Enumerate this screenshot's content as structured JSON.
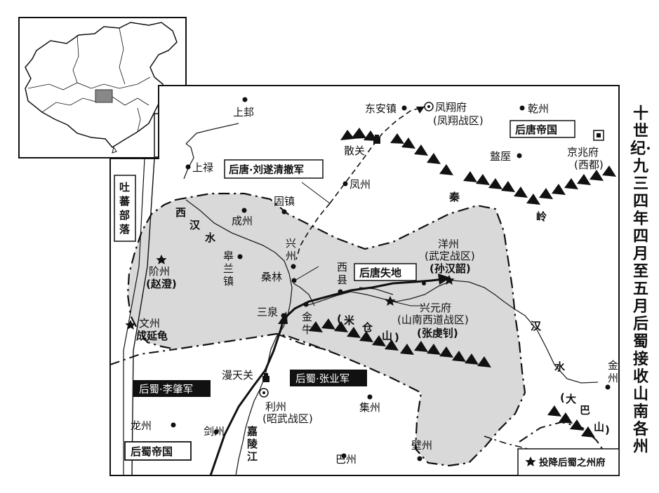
{
  "title": "十世纪·九三四年四月至五月 后蜀接收山南各州",
  "colors": {
    "occupied_fill": "#d9d9d9",
    "ink": "#111111",
    "inset_highlight": "#888888"
  },
  "boxes": {
    "hou_tang_empire": "后唐帝国",
    "hou_shu_empire": "后蜀帝国",
    "hou_tang_lost": "后唐失地",
    "tubo": "吐蕃部落",
    "liu_retreat": "后唐·刘遂清撤军",
    "zhang_ye_army": "后蜀·张业军",
    "li_zhao_army": "后蜀·李肇军"
  },
  "legend": {
    "icon": "star-icon",
    "label": "投降后蜀之州府"
  },
  "places": {
    "shangjin": "上邽",
    "dongan": "东安镇",
    "fengxiang": "凤翔府",
    "fengxiang_sub": "(凤翔战区)",
    "qianzhou": "乾州",
    "jingzhao": "京兆府",
    "jingzhao_sub": "(西都)",
    "sanguan": "散关",
    "zhouzhi": "盩厔",
    "shanglu": "上禄",
    "fengzhou": "凤州",
    "guzhen": "固镇",
    "chengzhou": "成州",
    "xingzhou": "兴州",
    "jiezhou": "阶州",
    "jiezhou_gov": "(赵澄)",
    "gaolan": "皋兰镇",
    "sanglin": "桑林",
    "xixian": "西县",
    "yangzhou": "洋州",
    "yangzhou_sub": "(武定战区)",
    "yangzhou_gov": "(孙汉韶)",
    "xingyuan": "兴元府",
    "xingyuan_sub": "(山南西道战区)",
    "xingyuan_gov": "(张虔钊)",
    "wenzhou": "文州",
    "wenzhou_gov": "成延龟",
    "sanquan": "三泉",
    "jinniu": "金牛",
    "mantian": "漫天关",
    "lizhou": "利州",
    "lizhou_sub": "(昭武战区)",
    "jizhou": "集州",
    "longzhou": "龙州",
    "jianzhou": "剑州",
    "bazhou": "巴州",
    "bizhou": "壁州",
    "jinzhou": "金州"
  },
  "rivers": {
    "xihan": [
      "西",
      "汉",
      "水"
    ],
    "han": [
      "汉",
      "水"
    ],
    "jialing": [
      "嘉",
      "陵",
      "江"
    ]
  },
  "mountains": {
    "qinling": [
      "秦",
      "岭"
    ],
    "micang": [
      "(",
      "米",
      "仓",
      "山",
      ")"
    ],
    "daba": [
      "(",
      "大",
      "巴",
      "山",
      ")"
    ]
  }
}
